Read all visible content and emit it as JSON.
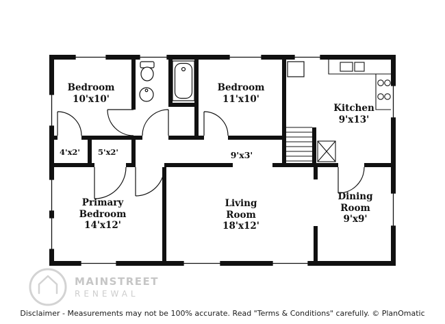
{
  "floorplan": {
    "rooms": [
      {
        "name": "Bedroom",
        "dims": "10'x10'"
      },
      {
        "name": "Bedroom",
        "dims": "11'x10'"
      },
      {
        "name": "Kitchen",
        "dims": "9'x13'"
      },
      {
        "dims": "4'x2'"
      },
      {
        "dims": "5'x2'"
      },
      {
        "dims": "9'x3'"
      },
      {
        "name": "Primary Bedroom",
        "dims": "14'x12'"
      },
      {
        "name": "Living Room",
        "dims": "18'x12'"
      },
      {
        "name": "Dining Room",
        "dims": "9'x9'"
      }
    ],
    "colors": {
      "walls": "#111111",
      "watermark": "#c9c9c9"
    }
  },
  "watermark": {
    "line1": "MAINSTREET",
    "line2": "RENEWAL"
  },
  "footer": {
    "disclaimer": "Disclaimer - Measurements may not be 100% accurate. Read \"Terms & Conditions\" carefully. © PlanOmatic"
  }
}
